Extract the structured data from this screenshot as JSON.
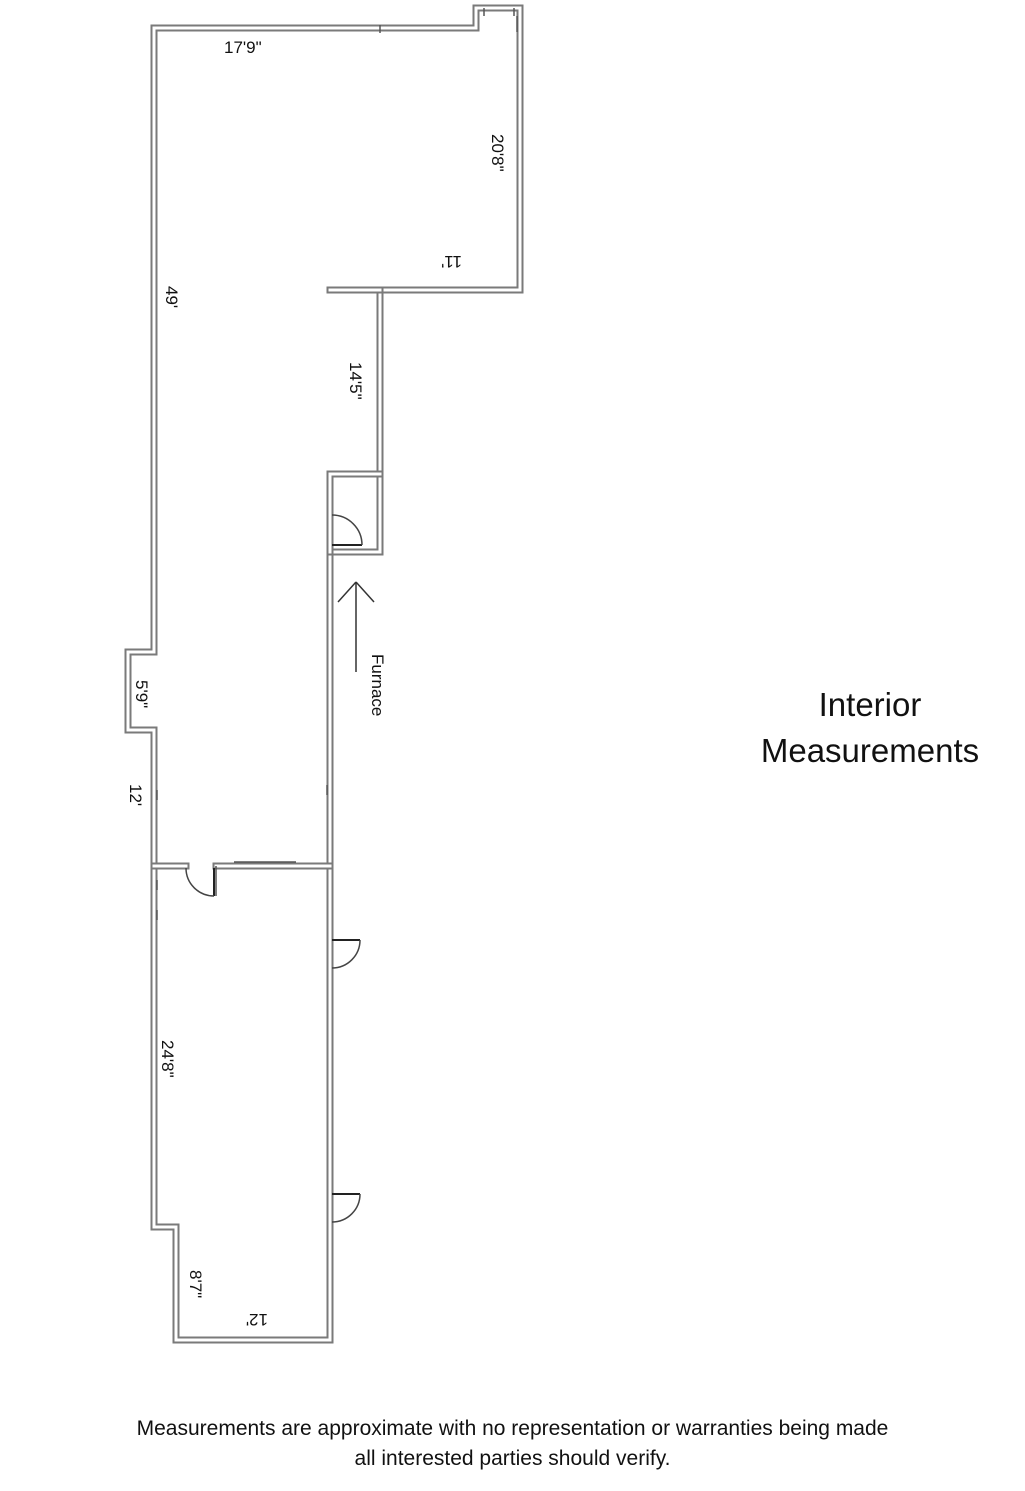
{
  "plan": {
    "dimensions": {
      "top_width": "17'9\"",
      "upper_right_height": "20'8\"",
      "upper_bottom_width": "11'",
      "left_long": "49'",
      "middle_right": "14'5\"",
      "left_bump": "5'9\"",
      "left_lower": "12'",
      "lower_left": "24'8\"",
      "bottom_left_height": "8'7\"",
      "bottom_width": "12'"
    },
    "annotations": {
      "furnace": "Furnace"
    }
  },
  "title": {
    "line1": "Interior",
    "line2": "Measurements"
  },
  "footer": {
    "line1": "Measurements are approximate with no representation or warranties being made",
    "line2": "all interested parties should verify."
  }
}
